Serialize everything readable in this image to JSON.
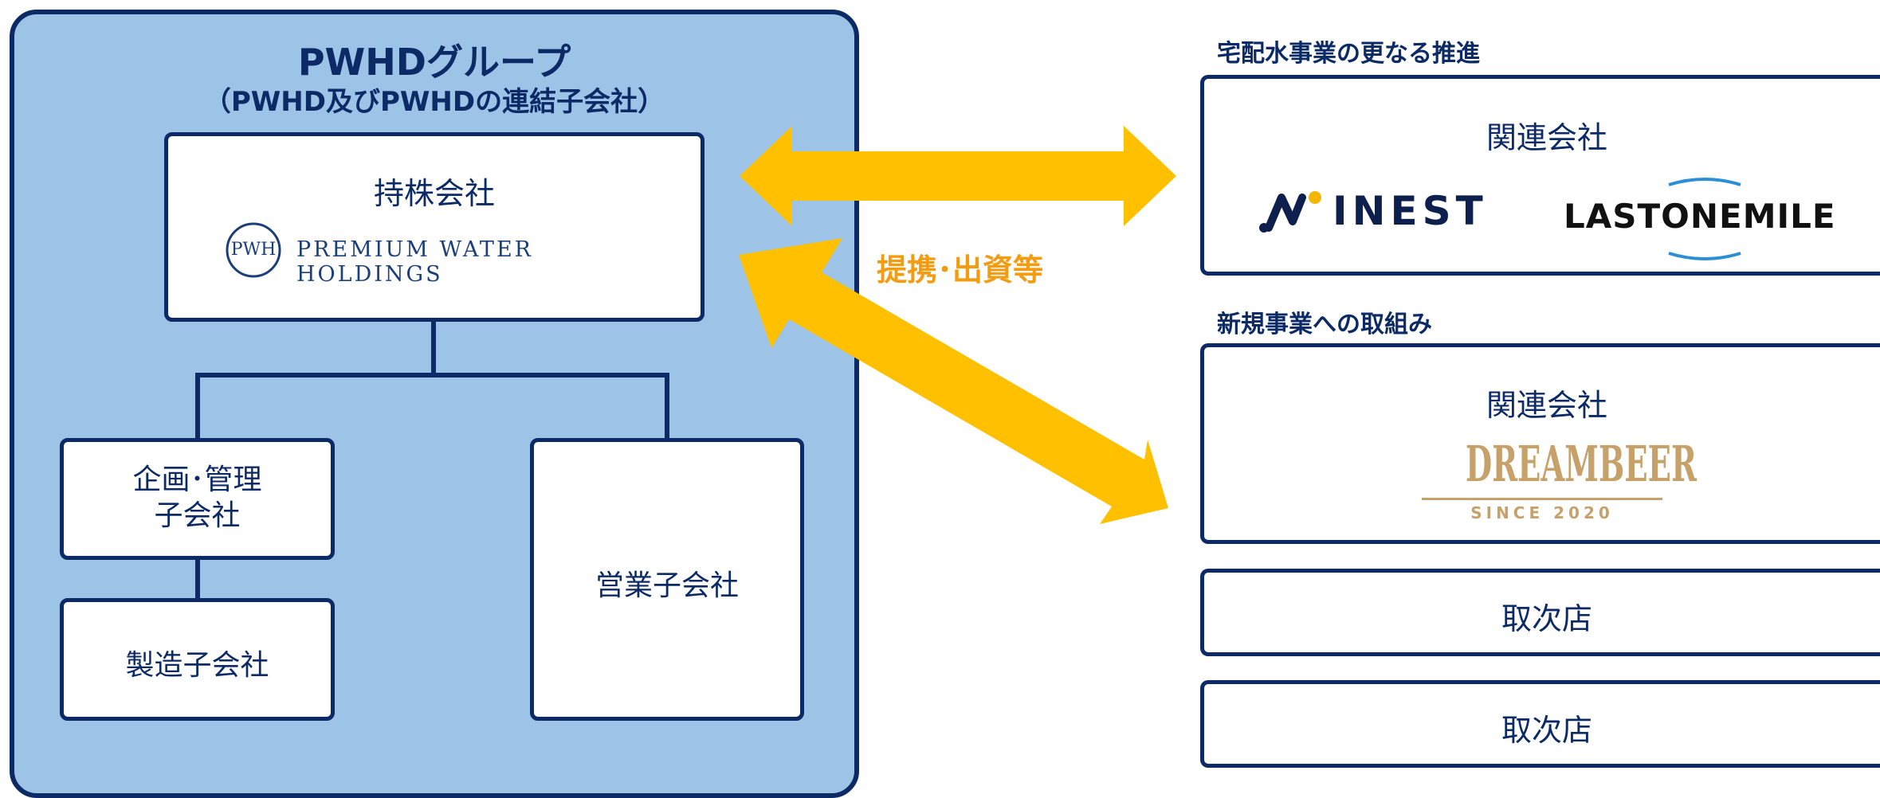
{
  "group": {
    "title": "PWHDグループ",
    "subtitle": "（PWHD及びPWHDの連結子会社）",
    "holding": {
      "label": "持株会社",
      "logo_text": "PREMIUM WATER HOLDINGS",
      "logo_mark": "PWH"
    },
    "subsidiaries": {
      "planning": "企画･管理\n子会社",
      "manufacturing": "製造子会社",
      "sales": "営業子会社"
    }
  },
  "arrow_label": "提携･出資等",
  "right": {
    "section1": {
      "heading": "宅配水事業の更なる推進",
      "box_label": "関連会社",
      "logos": [
        "INEST",
        "LASTONEMILE"
      ]
    },
    "section2": {
      "heading": "新規事業への取組み",
      "box_label": "関連会社",
      "logo_main": "DREAMBEER",
      "logo_sub": "SINCE 2020"
    },
    "agents": [
      "取次店",
      "取次店"
    ]
  },
  "colors": {
    "navy": "#0b2a66",
    "panel_blue": "#9dc3e6",
    "arrow_gold": "#ffc000",
    "label_orange": "#f39c12",
    "dreambeer_gold": "#c6a26a",
    "dreambeer_red": "#a51c3a"
  }
}
